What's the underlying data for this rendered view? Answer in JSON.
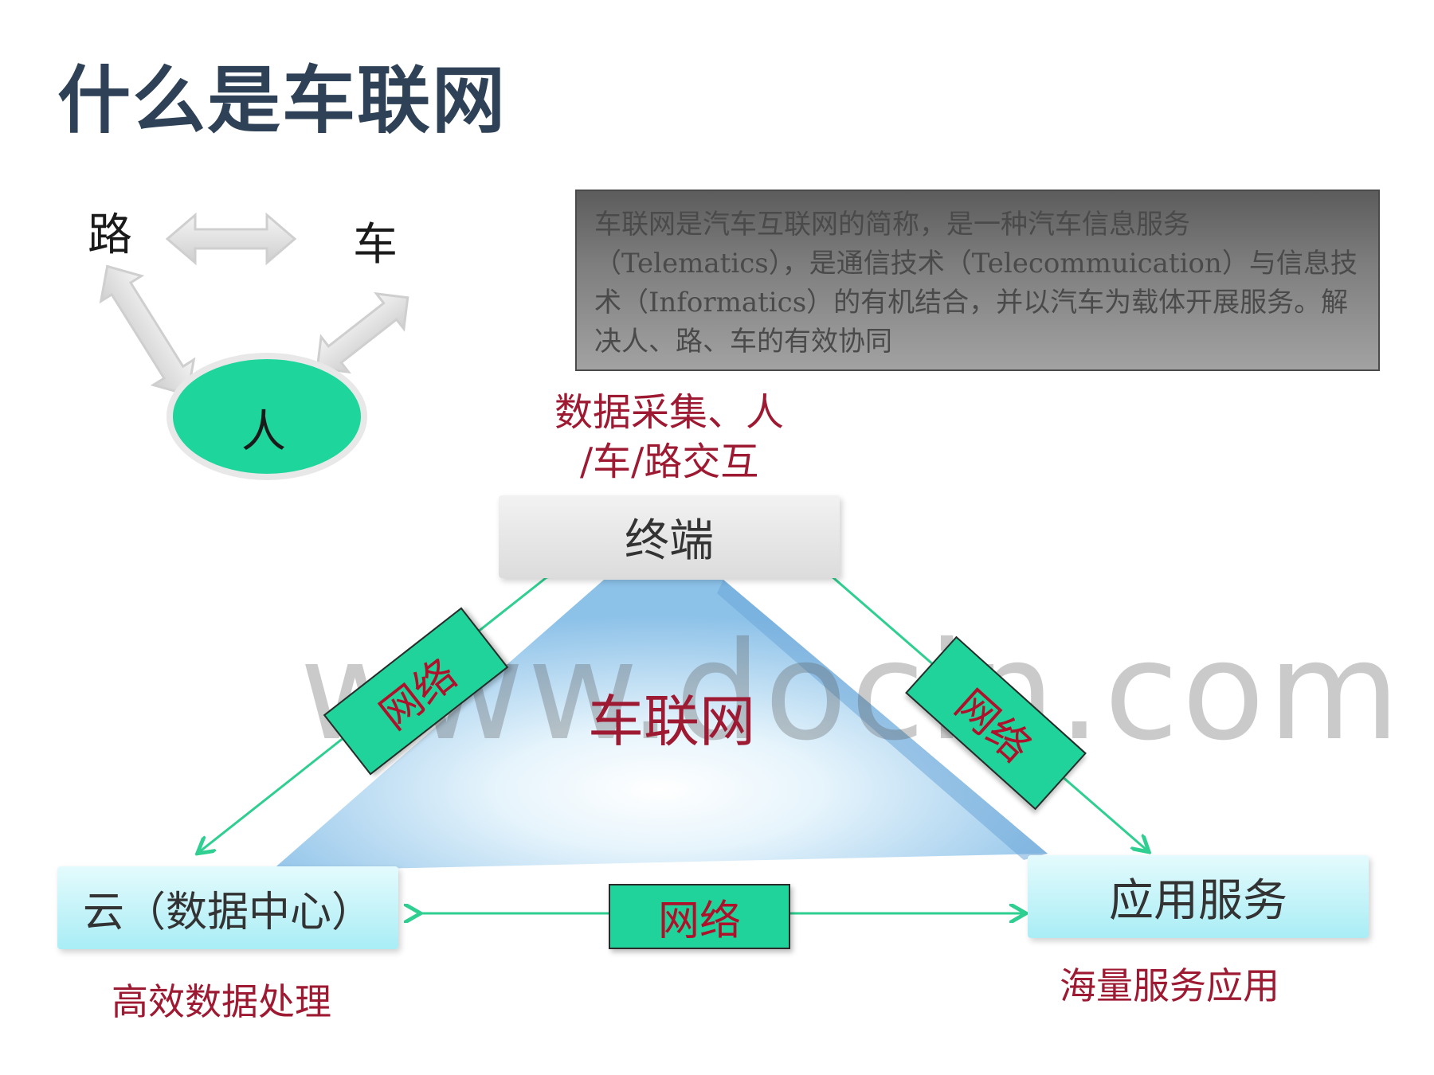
{
  "slide": {
    "title": "什么是车联网"
  },
  "relation": {
    "road": "路",
    "car": "车",
    "person": "人"
  },
  "description": "车联网是汽车互联网的简称，是一种汽车信息服务（Telematics），是通信技术（Telecommuication）与信息技术（Informatics）的有机结合，并以汽车为载体开展服务。解决人、路、车的有效协同",
  "diagram": {
    "center": "车联网",
    "terminal": {
      "label": "终端",
      "caption_line1": "数据采集、人",
      "caption_line2": "/车/路交互"
    },
    "cloud": {
      "label": "云（数据中心）",
      "caption": "高效数据处理"
    },
    "app_service": {
      "label": "应用服务",
      "caption": "海量服务应用"
    },
    "network_left": "网络",
    "network_right": "网络",
    "network_bottom": "网络"
  },
  "watermark": "www.docin.com",
  "colors": {
    "title": "#2e4156",
    "accent_green": "#1fd39a",
    "caption_red": "#9e1a32",
    "arrow_green": "#2ecf90"
  }
}
